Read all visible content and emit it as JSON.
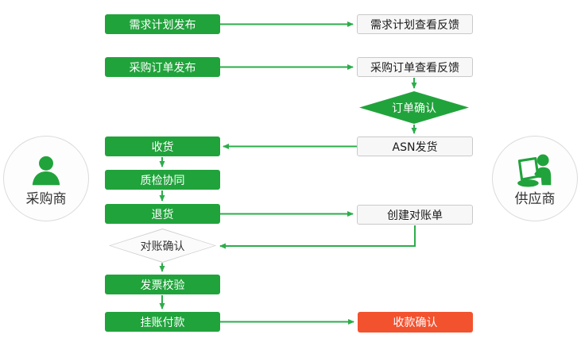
{
  "diagram": {
    "actors": {
      "buyer": "采购商",
      "supplier": "供应商"
    },
    "nodes": {
      "demand_publish": "需求计划发布",
      "demand_feedback": "需求计划查看反馈",
      "po_publish": "采购订单发布",
      "po_feedback": "采购订单查看反馈",
      "order_confirm": "订单确认",
      "asn_ship": "ASN发货",
      "receive": "收货",
      "quality": "质检协同",
      "returns": "退货",
      "statement_create": "创建对账单",
      "statement_confirm": "对账确认",
      "invoice_check": "发票校验",
      "payment": "挂账付款",
      "receipt_confirm": "收款确认"
    },
    "colors": {
      "green": "#21A33C",
      "arrow": "#2CAD4B",
      "red": "#F3522F"
    }
  }
}
